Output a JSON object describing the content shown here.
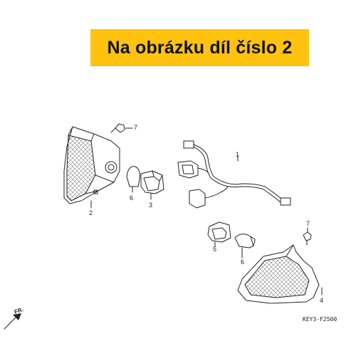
{
  "banner": {
    "text": "Na obrázku díl číslo 2",
    "background": "#FFC20E"
  },
  "callouts": [
    {
      "id": "c7a",
      "label": "7"
    },
    {
      "id": "c1",
      "label": "1"
    },
    {
      "id": "c6a",
      "label": "6"
    },
    {
      "id": "c3",
      "label": "3"
    },
    {
      "id": "c2",
      "label": "2"
    },
    {
      "id": "c7b",
      "label": "7"
    },
    {
      "id": "c5",
      "label": "5"
    },
    {
      "id": "c6b",
      "label": "6"
    },
    {
      "id": "c4",
      "label": "4"
    }
  ],
  "front_marker": {
    "label": "FR.",
    "icon": "arrow-icon"
  },
  "diagram_code": "KEY3-F2500",
  "colors": {
    "ink": "#222222",
    "banner": "#FFC20E"
  }
}
